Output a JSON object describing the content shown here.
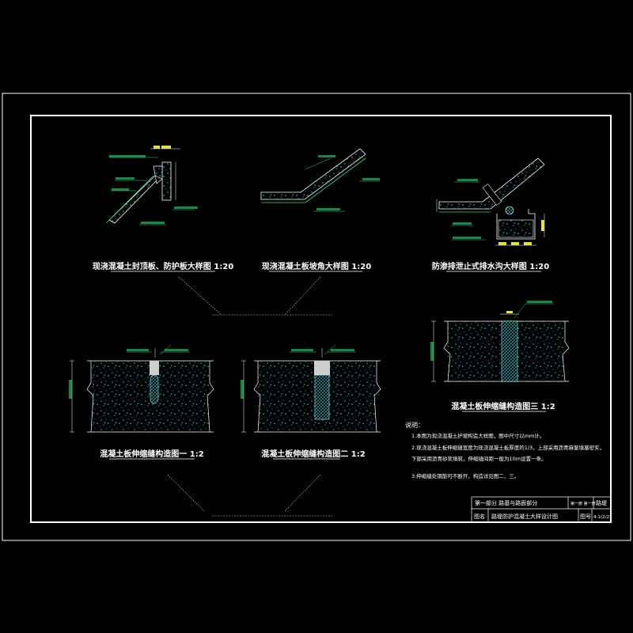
{
  "drawing": {
    "detail1": {
      "caption": "现浇混凝土封顶板、防护板大样图 1:20"
    },
    "detail2": {
      "caption": "现浇混凝土板坡角大样图 1:20"
    },
    "detail3": {
      "caption": "防渗排泄止式排水沟大样图 1:20"
    },
    "joint1": {
      "caption": "混凝土板伸缩缝构造图一 1:2"
    },
    "joint2": {
      "caption": "混凝土板伸缩缝构造图二 1:2"
    },
    "joint3": {
      "caption": "混凝土板伸缩缝构造图三 1:2"
    },
    "notes": {
      "heading": "说明：",
      "lines": [
        "1.本图为现浇混凝土护坡构造大样图，图中尺寸以mm计。",
        "2.现浇混凝土板伸缩缝宽度为现浇混凝土板厚度的1/3，上部采用沥青麻絮填塞密实，",
        "   下部采用沥青砂浆填筑，伸缩缝间距一般为10m设置一条。",
        "3.伸缩缝处钢筋可不断开，构造详见图二、三。"
      ]
    },
    "title_block": {
      "part": "第一部分 路基与路面部分",
      "sheet_count": "第一册 第一册",
      "dept": "路堤",
      "name_label": "图名",
      "drawing_name": "路堤防护混凝土大样设计图",
      "no_label": "图号",
      "drawing_no": "4-1(2/2)"
    },
    "colors": {
      "background": "#000000",
      "frame": "#ffffff",
      "concrete": "#19e6f0",
      "green": "#2ee07a",
      "yellow": "#e6e04a",
      "slope": "#cfcfcf"
    }
  }
}
